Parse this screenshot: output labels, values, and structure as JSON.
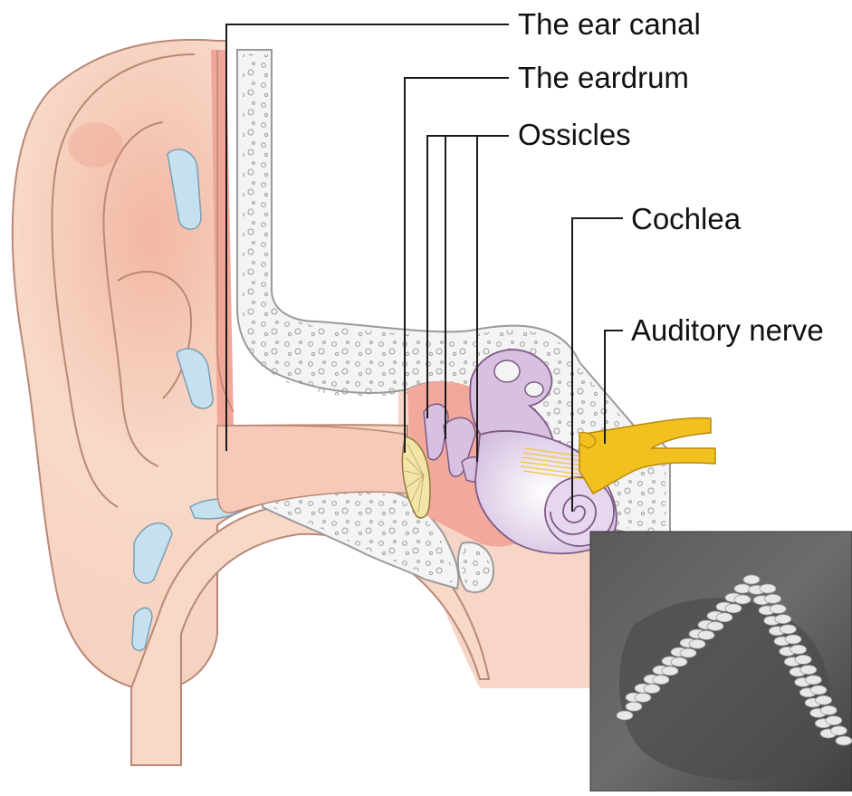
{
  "labels": {
    "ear_canal": "The ear canal",
    "eardrum": "The eardrum",
    "ossicles": "Ossicles",
    "cochlea": "Cochlea",
    "auditory_nerve": "Auditory nerve"
  },
  "colors": {
    "skin": "#f8d9c8",
    "skin_outline": "#b98876",
    "skin_shadow": "#ebb9a3",
    "canal_pink": "#f0a79a",
    "bone": "#f4f4f4",
    "bone_outline": "#9a9a9a",
    "cartilage_blue": "#c5e0ee",
    "inner_ear_purple": "#d8c1e0",
    "inner_ear_outline": "#7d5a86",
    "eardrum_yellow": "#f3e5a8",
    "nerve_yellow": "#f2c11f",
    "leader_line": "#1a1a1a"
  },
  "inset": {
    "description_icon": "micrograph-icon"
  }
}
